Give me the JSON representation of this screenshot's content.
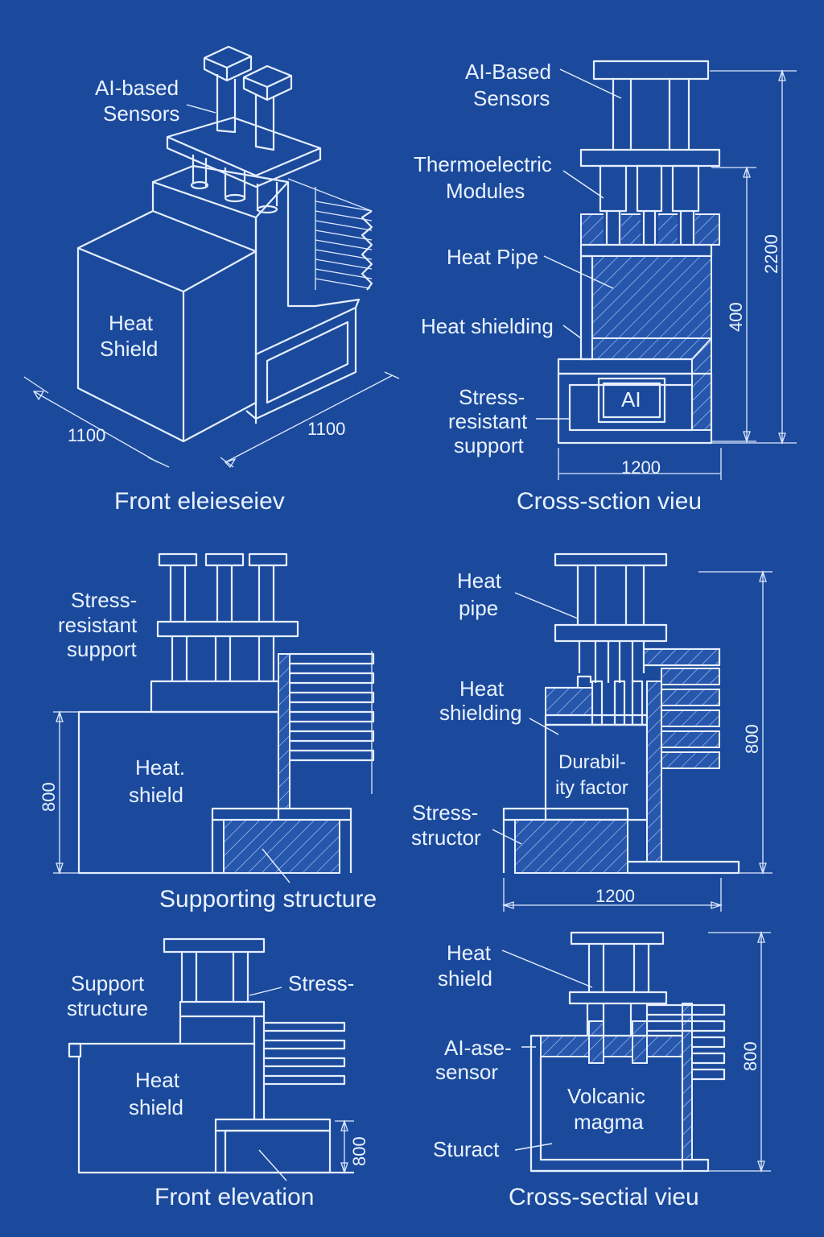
{
  "panels": {
    "p1": {
      "labels": {
        "sensors_1": "AI-based",
        "sensors_2": "Sensors",
        "shield_1": "Heat",
        "shield_2": "Shield"
      },
      "dims": {
        "left": "1100",
        "right": "1100"
      },
      "title": "Front eleieseiev"
    },
    "p2": {
      "labels": {
        "sensors_1": "AI-Based",
        "sensors_2": "Sensors",
        "thermo_1": "Thermoelectric",
        "thermo_2": "Modules",
        "pipe": "Heat Pipe",
        "shielding": "Heat shielding",
        "stress_1": "Stress-",
        "stress_2": "resistant",
        "stress_3": "support",
        "ai": "AI"
      },
      "dims": {
        "width": "1200",
        "inner": "400",
        "total": "2200"
      },
      "title": "Cross-sction vieu"
    },
    "p3": {
      "labels": {
        "stress_1": "Stress-",
        "stress_2": "resistant",
        "stress_3": "support",
        "shield_1": "Heat.",
        "shield_2": "shield"
      },
      "dims": {
        "height": "800"
      },
      "title": "Supporting structure"
    },
    "p4": {
      "labels": {
        "pipe_1": "Heat",
        "pipe_2": "pipe",
        "shielding_1": "Heat",
        "shielding_2": "shielding",
        "durability_1": "Durabil-",
        "durability_2": "ity factor",
        "stress_1": "Stress-",
        "stress_2": "structor"
      },
      "dims": {
        "width": "1200",
        "height": "800"
      }
    },
    "p5": {
      "labels": {
        "support_1": "Support",
        "support_2": "structure",
        "stress": "Stress-",
        "shield_1": "Heat",
        "shield_2": "shield"
      },
      "dims": {
        "height": "800"
      },
      "title": "Front elevation"
    },
    "p6": {
      "labels": {
        "shield_1": "Heat",
        "shield_2": "shield",
        "sensor_1": "AI-ase-",
        "sensor_2": "sensor",
        "magma_1": "Volcanic",
        "magma_2": "magma",
        "sturact": "Sturact"
      },
      "dims": {
        "height": "800"
      },
      "title": "Cross-sectial vieu"
    }
  },
  "colors": {
    "background": "#1b4a9c",
    "ink": "#e6efff"
  }
}
